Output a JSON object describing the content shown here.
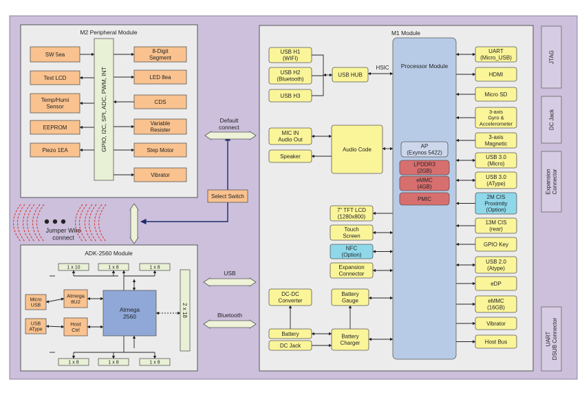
{
  "m2": {
    "title": "M2 Peripheral Module",
    "bus": "GPIO, I2C, SPI, ADC, PWM, INT",
    "left": [
      "SW 5ea",
      "Text LCD",
      "Temp/Humi|Sensor",
      "EEPROM",
      "Piezo 1EA"
    ],
    "right": [
      "8-Digit|Segment",
      "LED 8ea",
      "CDS",
      "Variable|Resister",
      "Step Motor",
      "Vibrator"
    ]
  },
  "adk": {
    "title": "ADK-2560 Module",
    "top_headers": [
      "1 x 10",
      "1 x 8",
      "1 x 8"
    ],
    "bottom_headers": [
      "1 x 8",
      "1 x 8",
      "1 x 8"
    ],
    "side_header": "2 x 18",
    "mcu": "Atmega|2560",
    "aux": [
      "Atmega|8U2",
      "Host|Ctrl"
    ],
    "ports": [
      "Micro|USB",
      "USB|AType"
    ]
  },
  "middle": {
    "jumper": "Jumper Wire|connect",
    "default_connect": "Default|connect",
    "select_switch": "Select Switch",
    "usb": "USB",
    "bluetooth": "Bluetooth"
  },
  "m1": {
    "title": "M1 Module",
    "usb_hosts": [
      "USB H1|(WIFI)",
      "USB H2|(Bluetooth)",
      "USB H3"
    ],
    "usb_hub": "USB HUB",
    "hsic": "HSIC",
    "audio_io": [
      "MIC IN|Audio Out",
      "Speaker"
    ],
    "audio_codec": "Audio Code",
    "left_periph": [
      "7\" TFT LCD|(1280x800)",
      "Touch|Screen",
      "NFC|(Option)",
      "Expansion|Connector"
    ],
    "power_top": [
      "DC-DC|Converter",
      "Battery|Gauge"
    ],
    "power_inputs": [
      "Battery",
      "DC Jack"
    ],
    "battery_charger": "Battery|Charger",
    "processor_module": "Processor Module",
    "ap": "AP|(Exynos 5422)",
    "chips": [
      "LPDDR3|(2GB)",
      "eMMC|(4GB)",
      "PMIC"
    ],
    "right_periph": [
      "UART|(Micro_USB)",
      "HDMI",
      "Micro SD",
      "3-axis|Gyro &|Accelerometer",
      "3-axis|Magnetic",
      "USB 3.0|(Micro)",
      "USB 3.0|(AType)",
      "2M CIS|Proximity|(Option)",
      "13M CIS|(rear)",
      "GPIO Key",
      "USB 2.0|(Atype)",
      "eDP",
      "eMMC|(16GB)",
      "Vibrator",
      "Host Bus"
    ]
  },
  "edge": [
    "JTAG",
    "DC Jack",
    "Expansion|Connector",
    "UART|DSUB Connector"
  ],
  "colors": {
    "background": "#ccc0dc",
    "module": "#ececec",
    "orange": "#f9c28f",
    "yellow": "#fbf59a",
    "processor": "#b8cbe6",
    "red": "#d86f6f",
    "cyan": "#8ed8ea",
    "mcu": "#8fa8d8"
  }
}
